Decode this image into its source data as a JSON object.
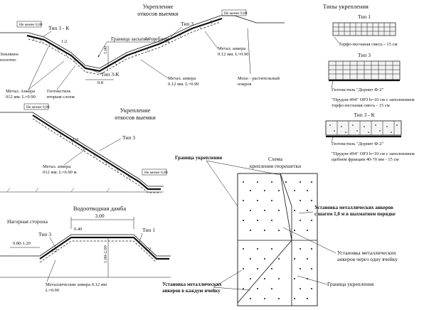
{
  "sections": {
    "top": {
      "title_line1": "Укрепление",
      "title_line2": "откосов выемки",
      "not_less_left": "Не менее 0,80",
      "not_less_right": "Не менее 0,80",
      "type3k_left": "Тип 3 - К",
      "type3": "Тип 3",
      "type3k_bottom": "Тип 3-К",
      "boundary_label": "Граница засыпки щебнем",
      "roadbed_line1": "Земляное",
      "roadbed_line2": "полотно",
      "anchor_left_line1": "Метал. Анкера",
      "anchor_left_line2": "012 мм. L=0.90",
      "geotextile_line1": "Геотекстиль",
      "geotextile_line2": "вторым слоем",
      "anchor_mid_line1": "Метал. анкера",
      "anchor_mid_line2": "0.12 мм. L=0.90",
      "anchor_right_line1": "Метал. анкера",
      "anchor_right_line2": "0.12 мм. L=0.90",
      "soil_line1": "Мохо - растительный",
      "soil_line2": "покров",
      "slope_a": "1:2",
      "slope_b": "1:3",
      "dim_a": "0.8",
      "dim_b": "1.00"
    },
    "middle": {
      "title_line1": "Укрепление",
      "title_line2": "откосов выемки",
      "not_less_top": "Не менее 0,80",
      "not_less_bottom": "Не менее 0,80",
      "type3": "Тип 3",
      "slope": "1:3",
      "anchor_line1": "Метал. анкера",
      "anchor_line2": "012 мм. L=0.90 м"
    },
    "dam": {
      "title": "Водоотводная дамба",
      "width": "3.00",
      "upland_side": "Нагорная сторона",
      "type3": "Тип 3",
      "type1": "Тип 1",
      "dim_left": "0.80-1.20",
      "dim_top": "0.40",
      "dim_height": "1.00-2.00",
      "slope_left": "1:2",
      "slope_right": "1:2",
      "anchor_line1": "Металлические анкера 0.12 мм",
      "anchor_line2": "L=0.90"
    },
    "types": {
      "title": "Типы укрепления",
      "type1": {
        "label": "Тип 1",
        "caption": "Торфо-песчаная смесь - 15 см"
      },
      "type3": {
        "label": "Тип 3",
        "geotextile": "Геотекстиль \"Дорнит Ф-2\"",
        "caption_line1": "\"Прудон-494\" ОРЗ  h=10 см с заполнением",
        "caption_line2": "торфо-песчаная смесь - 15 см"
      },
      "type3k": {
        "label": "Тип  3 - К",
        "geotextile": "Геотекстиль \"Дорнит Ф-2\"",
        "caption_line1": "\"Прудон-494\" ОРЗ  h=10 см с заполнением",
        "caption_line2": "щебнем фракции 40-70 мм - 15 см"
      }
    },
    "scheme": {
      "title_line1": "Схема",
      "title_line2": "крепления георешетки",
      "boundary_top": "Граница укрепления",
      "anchor_pattern_line1": "Установка металлических анкеров",
      "anchor_pattern_line2": "с шагом 1,0 м в шахматном порядке",
      "anchor_every_other_line1": "Установка металлических",
      "anchor_every_other_line2": "анкеров через одну ячейку",
      "anchor_each_cell_line1": "Установка металлических",
      "anchor_each_cell_line2": "анкеров в каждую ячейку",
      "boundary_bottom": "Граница укрепления"
    }
  }
}
